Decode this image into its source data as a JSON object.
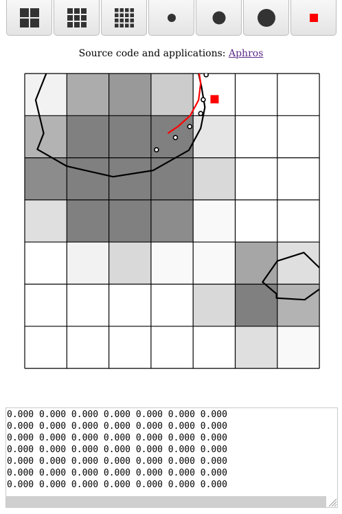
{
  "toolbar": {
    "buttons": [
      {
        "id": "grid-2",
        "icon": "grid-2x2-icon",
        "n": 2
      },
      {
        "id": "grid-3",
        "icon": "grid-3x3-icon",
        "n": 3
      },
      {
        "id": "grid-4",
        "icon": "grid-4x4-icon",
        "n": 4
      },
      {
        "id": "dot-small",
        "icon": "small-dot-icon",
        "r": 6
      },
      {
        "id": "dot-medium",
        "icon": "medium-dot-icon",
        "r": 9.5
      },
      {
        "id": "dot-large",
        "icon": "large-dot-icon",
        "r": 13
      },
      {
        "id": "square",
        "icon": "red-square-icon"
      }
    ],
    "icon_color": "#333333",
    "square_color": "#ff0000"
  },
  "caption": {
    "text": "Source code and applications: ",
    "link": "Aphros",
    "link_color": "#5b2a86"
  },
  "grid": {
    "cols": 7,
    "rows": 7,
    "fractions": [
      [
        0.1,
        0.65,
        0.8,
        0.4,
        0,
        0,
        0
      ],
      [
        0.6,
        1,
        1,
        1,
        0.2,
        0,
        0
      ],
      [
        0.9,
        1,
        1,
        1,
        0.3,
        0,
        0
      ],
      [
        0.25,
        1,
        1,
        0.9,
        0.05,
        0,
        0
      ],
      [
        0,
        0.1,
        0.3,
        0.05,
        0.05,
        0.7,
        0.25
      ],
      [
        0,
        0,
        0,
        0,
        0.3,
        1,
        0.6
      ],
      [
        0,
        0,
        0,
        0,
        0,
        0.25,
        0.05
      ]
    ],
    "polygons": [
      [
        [
          0.3,
          1.8
        ],
        [
          1.0,
          2.2
        ],
        [
          2.1,
          2.45
        ],
        [
          3.05,
          2.3
        ],
        [
          3.9,
          1.82
        ],
        [
          4.18,
          1.3
        ],
        [
          4.28,
          0.8
        ],
        [
          4.2,
          0.32
        ],
        [
          4.02,
          -0.5
        ],
        [
          3.3,
          -1.3
        ],
        [
          2.0,
          -1.4
        ],
        [
          1.0,
          -0.8
        ],
        [
          0.65,
          -0.35
        ],
        [
          0.26,
          0.63
        ],
        [
          0.45,
          1.42
        ]
      ],
      [
        [
          5.98,
          5.33
        ],
        [
          6.65,
          5.37
        ],
        [
          7.0,
          5.12
        ],
        [
          7.38,
          4.98
        ],
        [
          6.63,
          4.25
        ],
        [
          6.0,
          4.45
        ],
        [
          5.65,
          4.95
        ],
        [
          5.98,
          5.23
        ]
      ]
    ],
    "fit_curve": [
      [
        3.4,
        1.42
      ],
      [
        3.65,
        1.25
      ],
      [
        3.93,
        1.0
      ],
      [
        4.13,
        0.63
      ],
      [
        4.18,
        0.23
      ],
      [
        4.12,
        -0.16
      ],
      [
        3.98,
        -0.47
      ],
      [
        3.75,
        -0.78
      ]
    ],
    "markers": [
      [
        3.13,
        1.81
      ],
      [
        3.58,
        1.52
      ],
      [
        3.92,
        1.26
      ],
      [
        4.18,
        0.95
      ],
      [
        4.24,
        0.62
      ],
      [
        4.31,
        0.03
      ],
      [
        4.25,
        -0.32
      ],
      [
        4.12,
        -0.7
      ],
      [
        3.75,
        -1.1
      ]
    ],
    "square": [
      4.51,
      0.61
    ],
    "fill_color": "#808080",
    "line_color": "#000000",
    "fit_color": "#ff0000",
    "square_color": "#ff0000"
  },
  "output": {
    "text": "0.000 0.000 0.000 0.000 0.000 0.000 0.000\n0.000 0.000 0.000 0.000 0.000 0.000 0.000\n0.000 0.000 0.000 0.000 0.000 0.000 0.000\n0.000 0.000 0.000 0.000 0.000 0.000 0.000\n0.000 0.000 0.000 0.000 0.000 0.000 0.000\n0.000 0.000 0.000 0.000 0.000 0.000 0.000\n0.000 0.000 0.000 0.000 0.000 0.000 0.000"
  }
}
